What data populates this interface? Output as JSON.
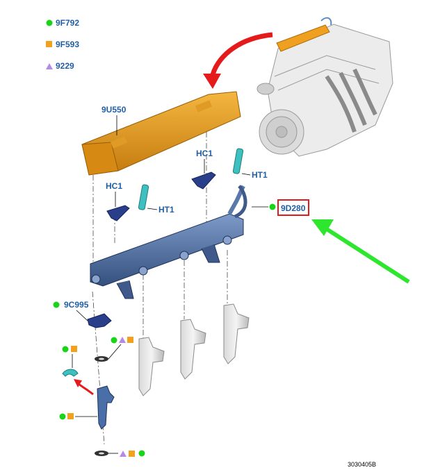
{
  "legend": [
    {
      "symbol": "green-circle",
      "code": "9F792"
    },
    {
      "symbol": "orange-square",
      "code": "9F593"
    },
    {
      "symbol": "purple-triangle",
      "code": "9229"
    }
  ],
  "labels": {
    "cover": "9U550",
    "clip_left": "HC1",
    "clip_right": "HC1",
    "sensor_left": "HT1",
    "sensor_right": "HT1",
    "fuel_rail": "9D280",
    "bracket": "9C995"
  },
  "figure_id": "3030405B",
  "colors": {
    "legend_circle": "#19d419",
    "legend_square": "#f2a11c",
    "legend_triangle": "#b58ae6",
    "label_text": "#1f5fa8",
    "highlight_box": "#e31b1b",
    "pointer_arrow_green": "#2ee62e",
    "pointer_arrow_red": "#e51b1b",
    "cover_orange": "#e89a1c",
    "rail_blue": "#4a6ea8",
    "sensor_cyan": "#3fc0c0"
  }
}
